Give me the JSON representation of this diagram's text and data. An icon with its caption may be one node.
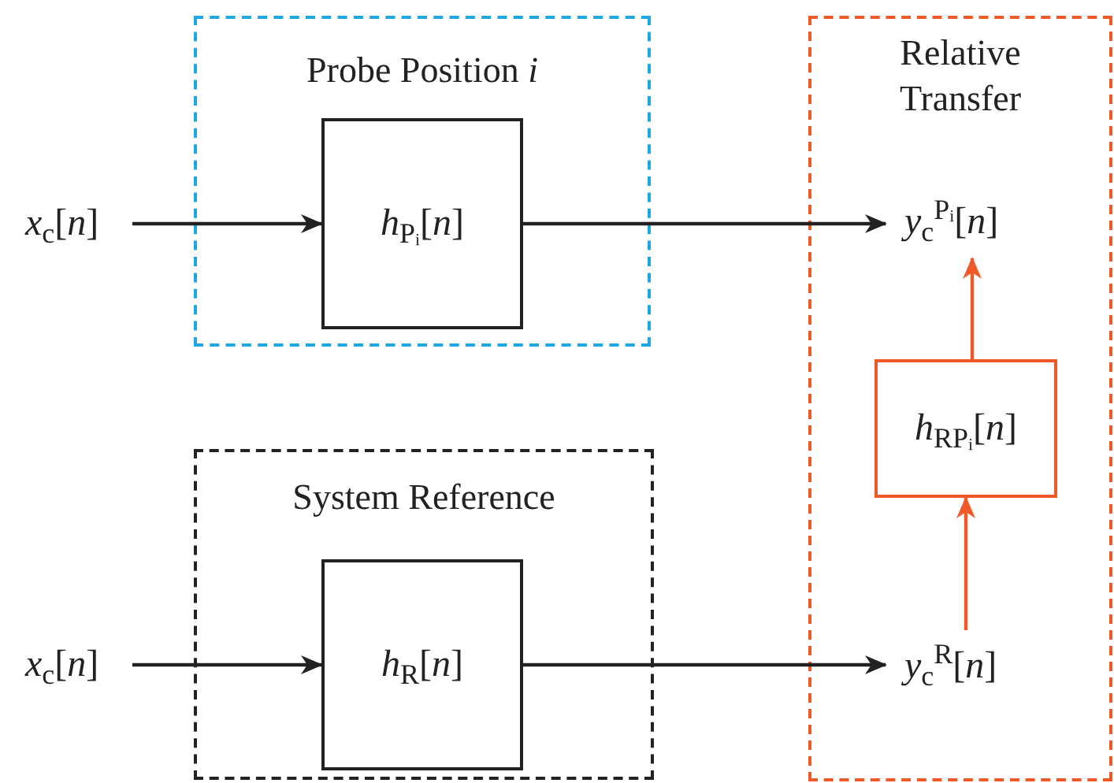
{
  "diagram": {
    "nodes": [
      {
        "text": [
          "*x*$_{c}$[*n*]"
        ]
      },
      {
        "text": [
          "Probe Position *i*"
        ]
      },
      {
        "text": [
          "*h*$_{Pᵢ}$[*n*]"
        ],
        "in": 1
      },
      {
        "text": [
          "Relative Transfer"
        ]
      },
      {
        "text": [
          "*y*$_{c}$$^{Pᵢ}$[*n*]"
        ],
        "in": 3
      },
      {
        "text": [
          "*h*$_{RPᵢ}$[*n*]"
        ],
        "in": 3
      },
      {
        "text": [
          "*y*$_{c}$$^{R}$[*n*]"
        ],
        "in": 3
      },
      {
        "text": [
          "*x*$_{c}$[*n*]"
        ]
      },
      {
        "text": [
          "System Reference"
        ]
      },
      {
        "text": [
          "*h*$_{R}$[*n*]"
        ],
        "in": 8
      }
    ],
    "edges": [
      {
        "from": 0,
        "to": 2,
        "arrow": "to"
      },
      {
        "from": 2,
        "to": 4,
        "arrow": "to"
      },
      {
        "from": 6,
        "to": 5,
        "arrow": "to",
        "color": "#f05a28"
      },
      {
        "from": 5,
        "to": 4,
        "arrow": "to",
        "color": "#f05a28"
      },
      {
        "from": 7,
        "to": 9,
        "arrow": "to"
      },
      {
        "from": 9,
        "to": 6,
        "arrow": "to"
      }
    ]
  }
}
